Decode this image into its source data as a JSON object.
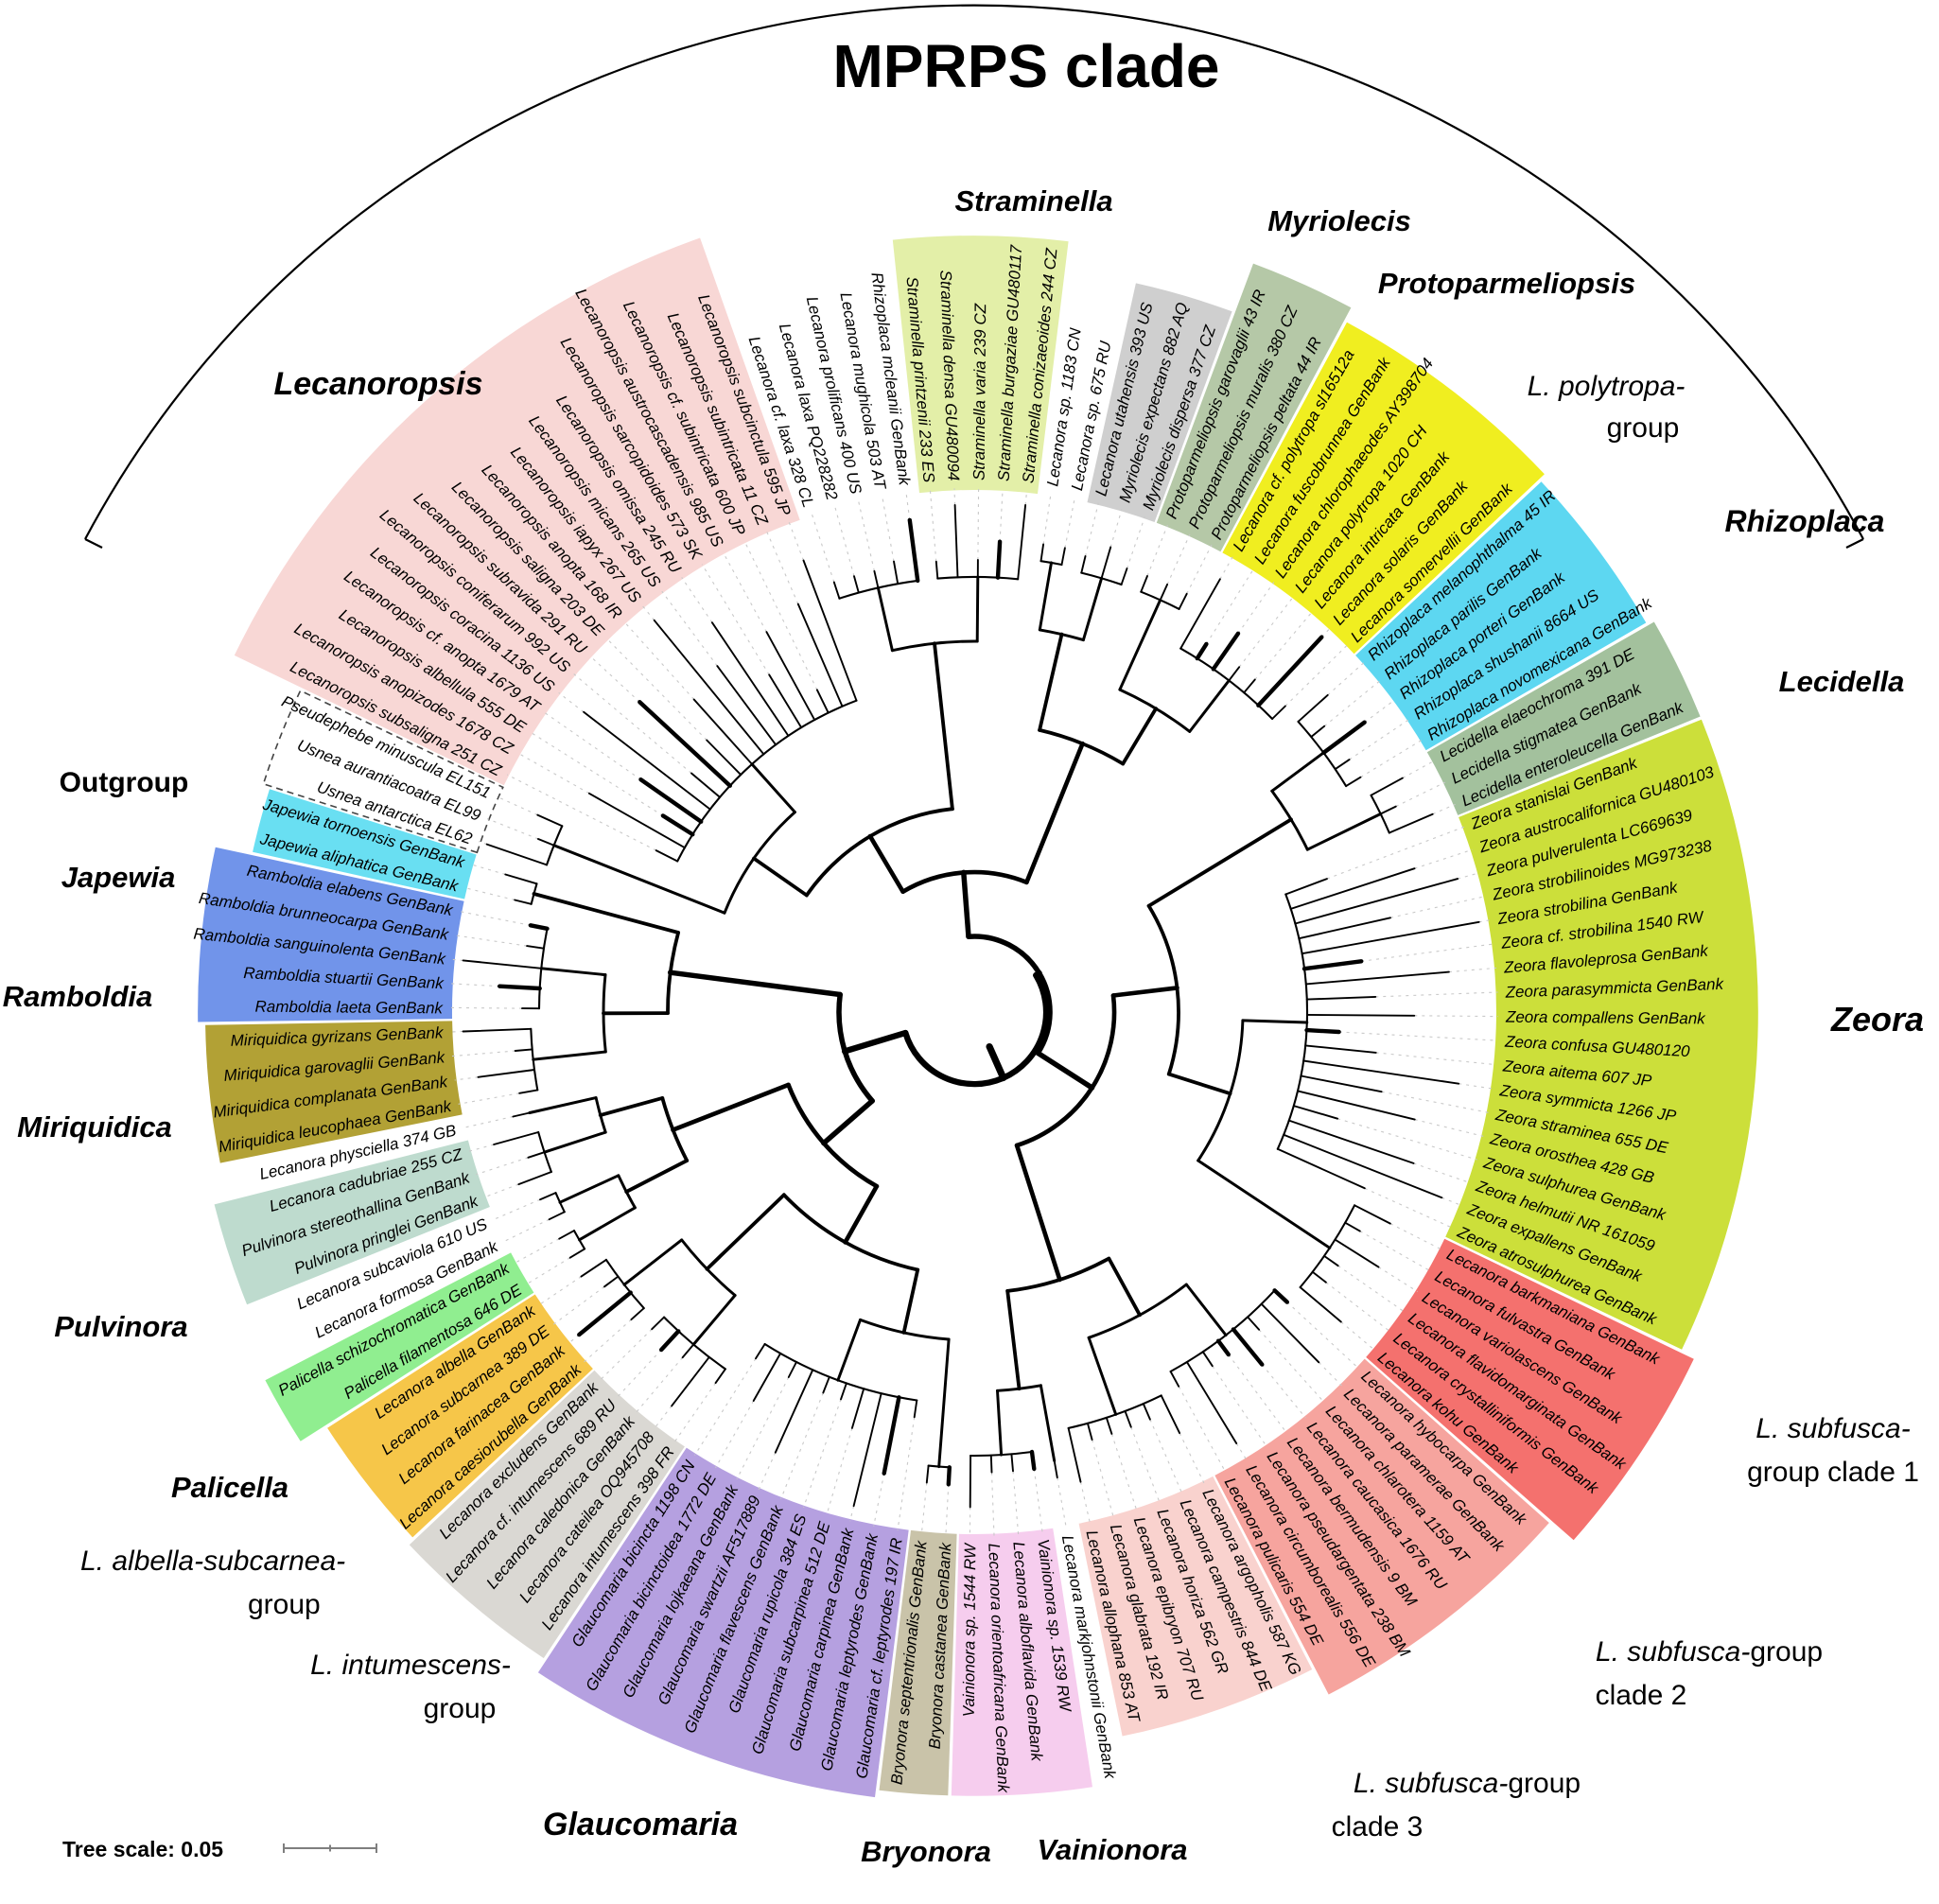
{
  "title": "MPRPS clade",
  "tree_scale_label": "Tree scale: 0.05",
  "groups": [
    {
      "id": "outgroup",
      "name": "Outgroup",
      "name_style": "outgroup",
      "color": null,
      "dashed": true,
      "name_lines": [
        [
          {
            "t": "Outgroup",
            "i": false
          }
        ]
      ],
      "taxa": [
        "Usnea antarctica EL62",
        "Usnea aurantiacoatra EL99",
        "Pseudephebe minuscula EL151"
      ]
    },
    {
      "id": "lecanoropsis",
      "name": "Lecanoropsis",
      "name_style": "genus",
      "color": "#f8d7d5",
      "dashed": false,
      "name_lines": [
        [
          {
            "t": "Lecanoropsis",
            "i": true
          }
        ]
      ],
      "taxa": [
        "Lecanoropsis subsaligna 251 CZ",
        "Lecanoropsis anopizodes 1678 CZ",
        "Lecanoropsis albellula 555 DE",
        "Lecanoropsis cf. anopta 1679 AT",
        "Lecanoropsis coracina 1136 US",
        "Lecanoropsis coniferarum 992 US",
        "Lecanoropsis subravida 291 RU",
        "Lecanoropsis saligna 203 DE",
        "Lecanoropsis anopta 168 IR",
        "Lecanoropsis iapyx 267 US",
        "Lecanoropsis micans 265 US",
        "Lecanoropsis omissa 245 RU",
        "Lecanoropsis sarcopidoides 573 SK",
        "Lecanoropsis austrocascadensis 985 US",
        "Lecanoropsis cf. subintricata 600 JP",
        "Lecanoropsis subintricata 11 CZ",
        "Lecanoropsis subcinctula 595 JP"
      ]
    },
    {
      "id": "laxa-group",
      "name": null,
      "name_style": null,
      "color": null,
      "dashed": false,
      "name_lines": null,
      "taxa": [
        "Lecanora cf. laxa 328 CL",
        "Lecanora laxa PQ228282",
        "Lecanora prolificans 400 US",
        "Lecanora mughicola 503 AT",
        "Rhizoplaca mcleanii GenBank"
      ]
    },
    {
      "id": "straminella",
      "name": "Straminella",
      "name_style": "genus",
      "color": "#e3efa8",
      "dashed": false,
      "name_lines": [
        [
          {
            "t": "Straminella",
            "i": true
          }
        ]
      ],
      "taxa": [
        "Straminella printzenii 233 ES",
        "Straminella densa GU480094",
        "Straminella varia 239 CZ",
        "Straminella burgaziae GU480117",
        "Straminella conizaeoides 244 CZ"
      ]
    },
    {
      "id": "lecanora-sp",
      "name": null,
      "name_style": null,
      "color": null,
      "dashed": false,
      "name_lines": null,
      "taxa": [
        "Lecanora sp. 1183 CN",
        "Lecanora sp. 675 RU"
      ]
    },
    {
      "id": "myriolecis",
      "name": "Myriolecis",
      "name_style": "genus",
      "color": "#cfcfcf",
      "dashed": false,
      "name_lines": [
        [
          {
            "t": "Myriolecis",
            "i": true
          }
        ]
      ],
      "taxa": [
        "Lecanora utahensis 393 US",
        "Myriolecis expectans 882 AQ",
        "Myriolecis dispersa 377 CZ"
      ]
    },
    {
      "id": "protoparmeliopsis",
      "name": "Protoparmeliopsis",
      "name_style": "genus",
      "color": "#b5c8a7",
      "dashed": false,
      "name_lines": [
        [
          {
            "t": "Protoparmeliopsis",
            "i": true
          }
        ]
      ],
      "taxa": [
        "Protoparmeliopsis garovaglii 43 IR",
        "Protoparmeliopsis muralis 380 CZ",
        "Protoparmeliopsis peltata 44 IR"
      ]
    },
    {
      "id": "polytropa",
      "name": "L. polytropa-group",
      "name_style": "group",
      "color": "#f0ee20",
      "dashed": false,
      "name_lines": [
        [
          {
            "t": "L. polytropa-",
            "i": true
          }
        ],
        [
          {
            "t": "group",
            "i": false
          }
        ]
      ],
      "taxa": [
        "Lecanora cf. polytropa sl16512a",
        "Lecanora fuscobrunnea GenBank",
        "Lecanora chlorophaeodes AY398704",
        "Lecanora polytropa 1020 CH",
        "Lecanora intricata GenBank",
        "Lecanora solaris GenBank",
        "Lecanora somervellii GenBank"
      ]
    },
    {
      "id": "rhizoplaca",
      "name": "Rhizoplaca",
      "name_style": "genus",
      "color": "#5dd7f1",
      "dashed": false,
      "name_lines": [
        [
          {
            "t": "Rhizoplaca",
            "i": true
          }
        ]
      ],
      "taxa": [
        "Rhizoplaca melanophthalma 45 IR",
        "Rhizoplaca parilis GenBank",
        "Rhizoplaca porteri GenBank",
        "Rhizoplaca shushanii 8664 US",
        "Rhizoplaca novomexicana GenBank"
      ]
    },
    {
      "id": "lecidella",
      "name": "Lecidella",
      "name_style": "genus",
      "color": "#a3c19d",
      "dashed": false,
      "name_lines": [
        [
          {
            "t": "Lecidella",
            "i": true
          }
        ]
      ],
      "taxa": [
        "Lecidella elaeochroma 391 DE",
        "Lecidella stigmatea GenBank",
        "Lecidella enteroleucella GenBank"
      ]
    },
    {
      "id": "zeora",
      "name": "Zeora",
      "name_style": "genus",
      "color": "#ccdf3a",
      "dashed": false,
      "name_lines": [
        [
          {
            "t": "Zeora",
            "i": true
          }
        ]
      ],
      "taxa": [
        "Zeora stanislai GenBank",
        "Zeora austrocalifornica GU480103",
        "Zeora pulverulenta LC669639",
        "Zeora strobilinoides MG973238",
        "Zeora strobilina GenBank",
        "Zeora cf. strobilina 1540 RW",
        "Zeora flavoleprosa GenBank",
        "Zeora parasymmicta GenBank",
        "Zeora compallens GenBank",
        "Zeora confusa GU480120",
        "Zeora aitema 607 JP",
        "Zeora symmicta 1266 JP",
        "Zeora straminea 655 DE",
        "Zeora orosthea 428 GB",
        "Zeora sulphurea GenBank",
        "Zeora helmutii NR 161059",
        "Zeora expallens GenBank",
        "Zeora atrosulphurea GenBank"
      ]
    },
    {
      "id": "clade1",
      "name": "L. subfusca-group clade 1",
      "name_style": "group",
      "color": "#f4716e",
      "dashed": false,
      "name_lines": [
        [
          {
            "t": "L. subfusca-",
            "i": true
          }
        ],
        [
          {
            "t": "group clade 1",
            "i": false
          }
        ]
      ],
      "taxa": [
        "Lecanora barkmaniana GenBank",
        "Lecanora fulvastra GenBank",
        "Lecanora variolascens GenBank",
        "Lecanora flavidomarginata GenBank",
        "Lecanora crystalliniformis GenBank",
        "Lecanora kohu GenBank"
      ]
    },
    {
      "id": "clade2",
      "name": "L. subfusca-group clade 2",
      "name_style": "group",
      "color": "#f6a49e",
      "dashed": false,
      "name_lines": [
        [
          {
            "t": "L. subfusca-",
            "i": true
          },
          {
            "t": "group",
            "i": false
          }
        ],
        [
          {
            "t": "clade 2",
            "i": false
          }
        ]
      ],
      "taxa": [
        "Lecanora hybocarpa GenBank",
        "Lecanora paramerae GenBank",
        "Lecanora chlarotera 1159 AT",
        "Lecanora caucasica 1676 RU",
        "Lecanora bermudensis 9 BM",
        "Lecanora pseudargentata 238 BM",
        "Lecanora circumborealis 556 DE",
        "Lecanora pulicaris 554 DE"
      ]
    },
    {
      "id": "clade3",
      "name": "L. subfusca-group clade 3",
      "name_style": "group",
      "color": "#f9d2ce",
      "dashed": false,
      "name_lines": [
        [
          {
            "t": "L. subfusca-",
            "i": true
          },
          {
            "t": "group",
            "i": false
          }
        ],
        [
          {
            "t": "clade 3",
            "i": false
          }
        ]
      ],
      "taxa": [
        "Lecanora argopholis 587 KG",
        "Lecanora campestris 844 DE",
        "Lecanora horiza 562 GR",
        "Lecanora epibryon 707 RU",
        "Lecanora glabrata 192 IR",
        "Lecanora allophana 853 AT"
      ]
    },
    {
      "id": "markjohnstonii",
      "name": null,
      "name_style": null,
      "color": null,
      "dashed": false,
      "name_lines": null,
      "taxa": [
        "Lecanora markjohnstonii GenBank"
      ]
    },
    {
      "id": "vainionora",
      "name": "Vainionora",
      "name_style": "genus",
      "color": "#f6cdee",
      "dashed": false,
      "name_lines": [
        [
          {
            "t": "Vainionora",
            "i": true
          }
        ]
      ],
      "taxa": [
        "Vainionora sp. 1539 RW",
        "Lecanora alboflavida GenBank",
        "Lecanora orientoafricana GenBank",
        "Vainionora sp. 1544 RW"
      ]
    },
    {
      "id": "bryonora",
      "name": "Bryonora",
      "name_style": "genus",
      "color": "#c9c3a9",
      "dashed": false,
      "name_lines": [
        [
          {
            "t": "Bryonora",
            "i": true
          }
        ]
      ],
      "taxa": [
        "Bryonora castanea GenBank",
        "Bryonora septentrionalis GenBank"
      ]
    },
    {
      "id": "glaucomaria",
      "name": "Glaucomaria",
      "name_style": "genus",
      "color": "#b5a0e0",
      "dashed": false,
      "name_lines": [
        [
          {
            "t": "Glaucomaria",
            "i": true
          }
        ]
      ],
      "taxa": [
        "Glaucomaria cf. leptyrodes 197 IR",
        "Glaucomaria leptyrodes GenBank",
        "Glaucomaria carpinea GenBank",
        "Glaucomaria subcarpinea 512 DE",
        "Glaucomaria rupicola 384 ES",
        "Glaucomaria flavescens GenBank",
        "Glaucomaria swartzii AF517889",
        "Glaucomaria lojkaeana GenBank",
        "Glaucomaria bicinctoidea 1772 DE",
        "Glaucomaria bicincta 1198 CN"
      ]
    },
    {
      "id": "intumescens",
      "name": "L. intumescens-group",
      "name_style": "group",
      "color": "#dad8d3",
      "dashed": false,
      "name_lines": [
        [
          {
            "t": "L. intumescens-",
            "i": true
          }
        ],
        [
          {
            "t": "group",
            "i": false
          }
        ]
      ],
      "taxa": [
        "Lecanora intumescens 398 FR",
        "Lecanora cateilea OQ945708",
        "Lecanora caledonica GenBank",
        "Lecanora cf. intumescens 689 RU",
        "Lecanora excludens GenBank"
      ]
    },
    {
      "id": "albella",
      "name": "L. albella-subcarnea-group",
      "name_style": "group",
      "color": "#f6c649",
      "dashed": false,
      "name_lines": [
        [
          {
            "t": "L. albella-subcarnea-",
            "i": true
          }
        ],
        [
          {
            "t": "group",
            "i": false
          }
        ]
      ],
      "taxa": [
        "Lecanora caesiorubella GenBank",
        "Lecanora farinacea GenBank",
        "Lecanora subcarnea 389 DE",
        "Lecanora albella GenBank"
      ]
    },
    {
      "id": "palicella",
      "name": "Palicella",
      "name_style": "genus",
      "color": "#90ee90",
      "dashed": false,
      "name_lines": [
        [
          {
            "t": "Palicella",
            "i": true
          }
        ]
      ],
      "taxa": [
        "Palicella filamentosa 646 DE",
        "Palicella schizochromatica GenBank"
      ]
    },
    {
      "id": "formosa-group",
      "name": null,
      "name_style": null,
      "color": null,
      "dashed": false,
      "name_lines": null,
      "taxa": [
        "Lecanora formosa GenBank",
        "Lecanora subcaviola 610 US"
      ]
    },
    {
      "id": "pulvinora",
      "name": "Pulvinora",
      "name_style": "genus",
      "color": "#bedbce",
      "dashed": false,
      "name_lines": [
        [
          {
            "t": "Pulvinora",
            "i": true
          }
        ]
      ],
      "taxa": [
        "Pulvinora pringlei GenBank",
        "Pulvinora stereothallina GenBank",
        "Lecanora cadubriae 255 CZ"
      ]
    },
    {
      "id": "physciella-group",
      "name": null,
      "name_style": null,
      "color": null,
      "dashed": false,
      "name_lines": null,
      "taxa": [
        "Lecanora physciella 374 GB"
      ]
    },
    {
      "id": "miriquidica",
      "name": "Miriquidica",
      "name_style": "genus",
      "color": "#b2a135",
      "dashed": false,
      "name_lines": [
        [
          {
            "t": "Miriquidica",
            "i": true
          }
        ]
      ],
      "taxa": [
        "Miriquidica leucophaea GenBank",
        "Miriquidica complanata GenBank",
        "Miriquidica garovaglii GenBank",
        "Miriquidica gyrizans GenBank"
      ]
    },
    {
      "id": "ramboldia",
      "name": "Ramboldia",
      "name_style": "genus",
      "color": "#7194ea",
      "dashed": false,
      "name_lines": [
        [
          {
            "t": "Ramboldia",
            "i": true
          }
        ]
      ],
      "taxa": [
        "Ramboldia laeta GenBank",
        "Ramboldia stuartii GenBank",
        "Ramboldia sanguinolenta GenBank",
        "Ramboldia brunneocarpa GenBank",
        "Ramboldia elabens GenBank"
      ]
    },
    {
      "id": "japewia",
      "name": "Japewia",
      "name_style": "genus",
      "color": "#69dff2",
      "dashed": false,
      "name_lines": [
        [
          {
            "t": "Japewia",
            "i": true
          }
        ]
      ],
      "taxa": [
        "Japewia aliphatica GenBank",
        "Japewia tornoensis GenBank"
      ]
    }
  ]
}
